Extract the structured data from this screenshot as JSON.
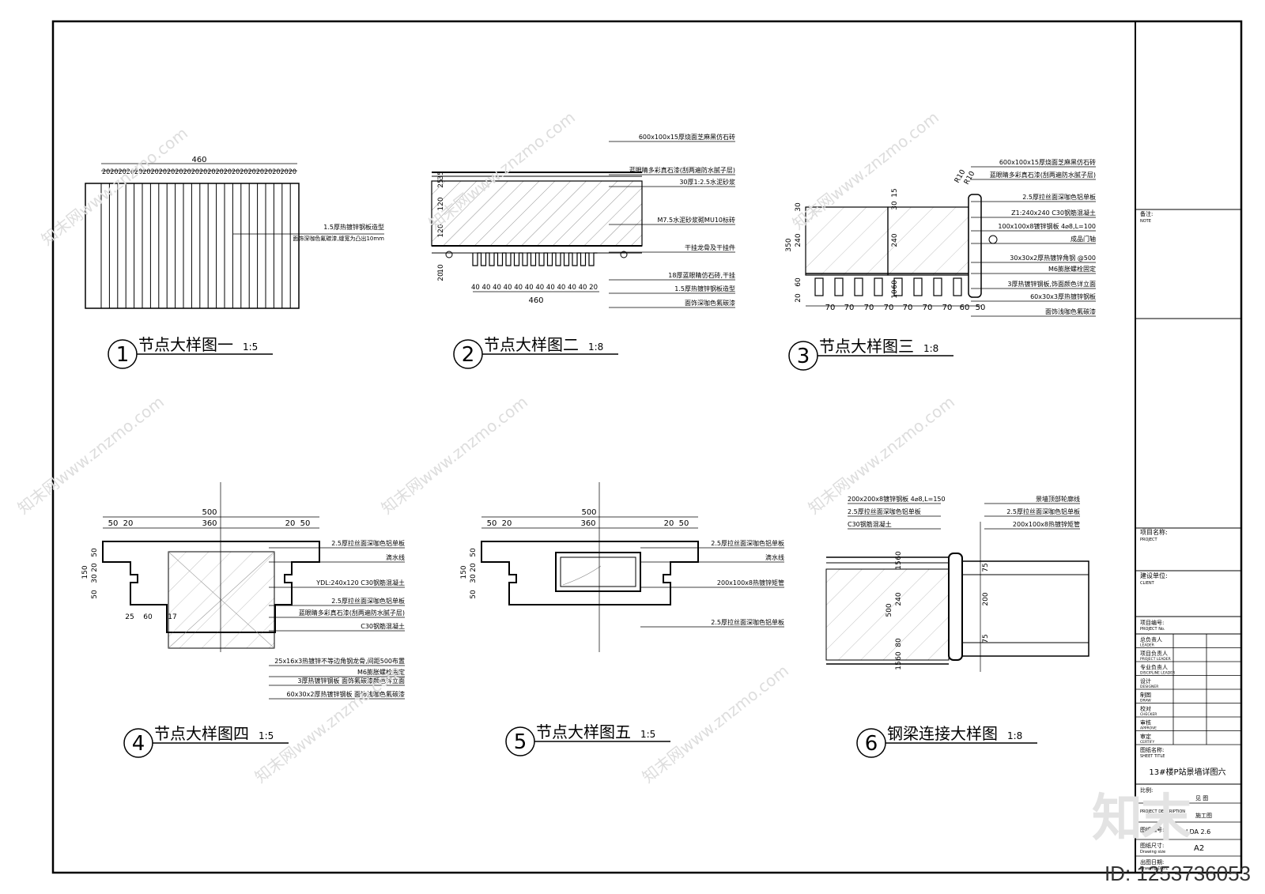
{
  "details": [
    {
      "num": "1",
      "title": "节点大样图一",
      "scale": "1:5",
      "dims": {
        "top": "460",
        "sub": "202020202020202020202020202020202020202020202020"
      },
      "notes": [
        "1.5厚热镀锌钢板造型",
        "面饰深咖色氟碳漆,缝宽为凸出10mm"
      ]
    },
    {
      "num": "2",
      "title": "节点大样图二",
      "scale": "1:8",
      "dims": {
        "bottom": "460",
        "bottom_sub": "40 40 40 40 40 40 40 40 40 40 40 20",
        "left": [
          "35",
          "25",
          "120",
          "120",
          "10",
          "20"
        ]
      },
      "notes": [
        "600x100x15厚烧面芝麻黑仿石砖",
        "蓝眼睛多彩真石漆(刮两遍防水腻子层)",
        "30厚1:2.5水泥砂浆",
        "M7.5水泥砂浆砌MU10标砖",
        "干挂龙骨及干挂件",
        "18厚蓝眼睛仿石砖,干挂",
        "1.5厚热镀锌钢板造型",
        "面饰深咖色氟碳漆"
      ]
    },
    {
      "num": "3",
      "title": "节点大样图三",
      "scale": "1:8",
      "dims": {
        "bottom": [
          "70",
          "70",
          "70",
          "70",
          "70",
          "70",
          "70",
          "60",
          "50"
        ],
        "left": [
          "350",
          "30",
          "240",
          "60",
          "20"
        ],
        "inner": [
          "15",
          "30",
          "240",
          "60",
          "10"
        ],
        "r": [
          "R10",
          "R10"
        ]
      },
      "notes": [
        "600x100x15厚烧面芝麻黑仿石砖",
        "蓝眼睛多彩真石漆(刮两遍防水腻子层)",
        "2.5厚拉丝面深咖色铝单板",
        "Z1:240x240 C30钢筋混凝土",
        "100x100x8镀锌钢板 4⌀8,L=100",
        "成品门轴",
        "30x30x2厚热镀锌角钢 @500",
        "M6膨胀螺栓固定",
        "3厚热镀锌钢板,饰面颜色详立面",
        "60x30x3厚热镀锌钢板",
        "面饰浅咖色氟碳漆"
      ]
    },
    {
      "num": "4",
      "title": "节点大样图四",
      "scale": "1:5",
      "dims": {
        "top": "500",
        "top_sub": [
          "50",
          "20",
          "360",
          "20",
          "50"
        ],
        "left": [
          "150",
          "50",
          "20",
          "30",
          "50"
        ],
        "bottom": [
          "25",
          "60",
          "17"
        ]
      },
      "notes": [
        "2.5厚拉丝面深咖色铝单板",
        "滴水线",
        "YDL:240x120 C30钢筋混凝土",
        "2.5厚拉丝面深咖色铝单板",
        "蓝眼睛多彩真石漆(刮两遍防水腻子层)",
        "C30钢筋混凝土",
        "25x16x3热镀锌不等边角钢龙骨,间距500布置",
        "M6膨胀螺栓固定",
        "3厚热镀锌钢板 面饰氟碳漆颜色详立面",
        "60x30x2厚热镀锌钢板 面饰浅咖色氟碳漆"
      ]
    },
    {
      "num": "5",
      "title": "节点大样图五",
      "scale": "1:5",
      "dims": {
        "top": "500",
        "top_sub": [
          "50",
          "20",
          "360",
          "20",
          "50"
        ],
        "left": [
          "150",
          "50",
          "20",
          "30",
          "50"
        ]
      },
      "notes": [
        "2.5厚拉丝面深咖色铝单板",
        "滴水线",
        "200x100x8热镀锌矩管",
        "2.5厚拉丝面深咖色铝单板"
      ]
    },
    {
      "num": "6",
      "title": "钢梁连接大样图",
      "scale": "1:8",
      "dims": {
        "left": [
          "500",
          "60",
          "15",
          "240",
          "80",
          "60",
          "15"
        ],
        "right": [
          "75",
          "200",
          "75"
        ]
      },
      "notes": [
        "200x200x8镀锌钢板 4⌀8,L=150",
        "2.5厚拉丝面深咖色铝单板",
        "C30钢筋混凝土",
        "景墙顶部轮廓线",
        "2.5厚拉丝面深咖色铝单板",
        "200x100x8热镀锌矩管"
      ]
    }
  ],
  "title_block": {
    "note_label": "备注:",
    "note_label_en": "NOTE",
    "project_label": "项目名称:",
    "project_label_en": "PROJECT",
    "client_label": "建设单位:",
    "client_label_en": "CLIENT",
    "project_no_label": "项目编号:",
    "project_no_label_en": "PROJECT No.",
    "rows": [
      {
        "cn": "总负责人",
        "en": "LEADER"
      },
      {
        "cn": "项目负责人",
        "en": "PROJECT LEADER"
      },
      {
        "cn": "专业负责人",
        "en": "DISCIPLINE LEADER"
      },
      {
        "cn": "设计",
        "en": "DESIGNER"
      },
      {
        "cn": "制图",
        "en": "DRAW"
      },
      {
        "cn": "校对",
        "en": "CHECKER"
      },
      {
        "cn": "审核",
        "en": "APPROVE"
      },
      {
        "cn": "审定",
        "en": "CERTIFY"
      }
    ],
    "sheet_title_label": "图纸名称:",
    "sheet_title_label_en": "SHEET TITLE",
    "sheet_title": "13#楼P站景墙详图六",
    "scale_label": "比例:",
    "scale_value": "见 图",
    "desc_label": "PROJECT DESCRIPTION",
    "desc_value": "施工图",
    "dwg_no_label": "图纸编号:",
    "dwg_no_value": "LDA 2.6",
    "size_label": "图纸尺寸:",
    "size_label_en": "Drawing size",
    "size_value": "A2",
    "date_label": "出图日期:",
    "date_label_en": "Drawing DATE"
  },
  "watermark": {
    "logo": "知末",
    "site": "知末网www.znzmo.com",
    "id": "ID: 1253736053"
  }
}
